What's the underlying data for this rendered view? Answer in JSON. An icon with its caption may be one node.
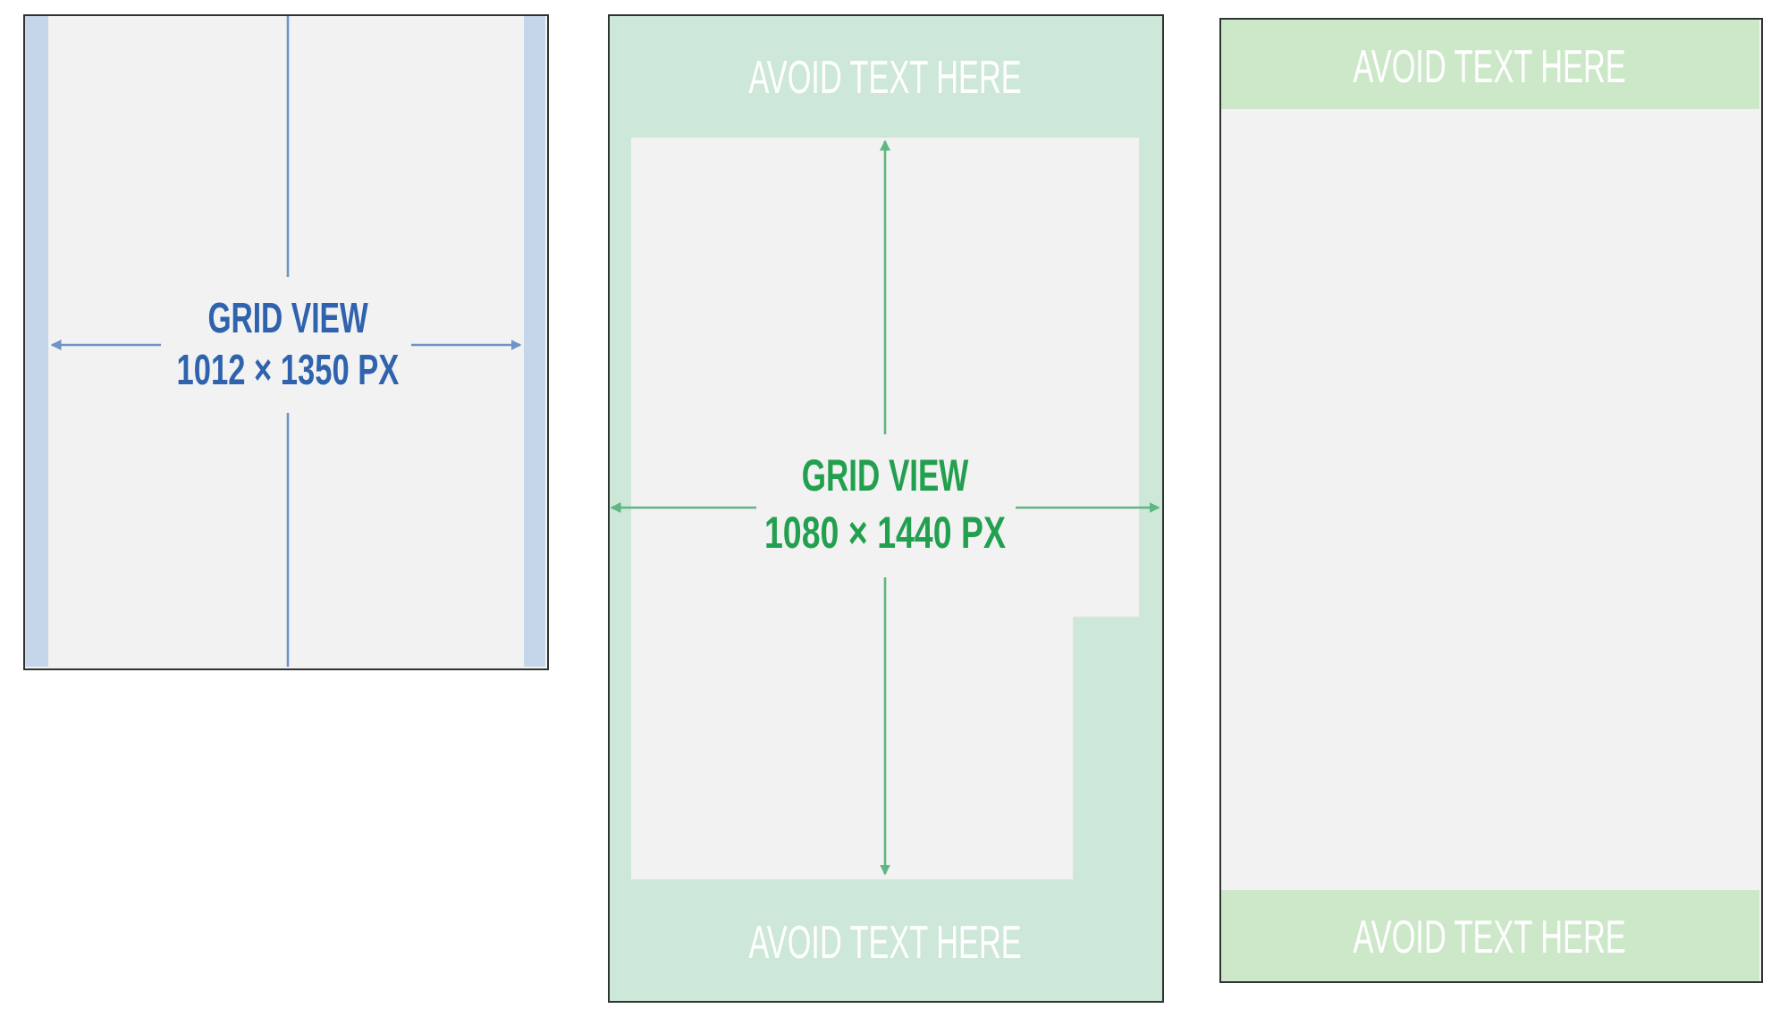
{
  "diagram": {
    "nodes": [
      {
        "text": [
          "GRID VIEW",
          "1012 × 1350 PX"
        ]
      },
      {
        "text": [
          "AVOID TEXT HERE",
          "AVOID TEXT HERE"
        ]
      },
      {
        "text": [
          "GRID VIEW",
          "1080 × 1440 PX"
        ],
        "in": 1
      },
      {
        "text": [],
        "shape": "box"
      },
      {
        "text": [
          "AVOID TEXT HERE"
        ],
        "in": 3
      },
      {
        "text": [
          "AVOID TEXT HERE"
        ],
        "in": 3
      }
    ]
  }
}
